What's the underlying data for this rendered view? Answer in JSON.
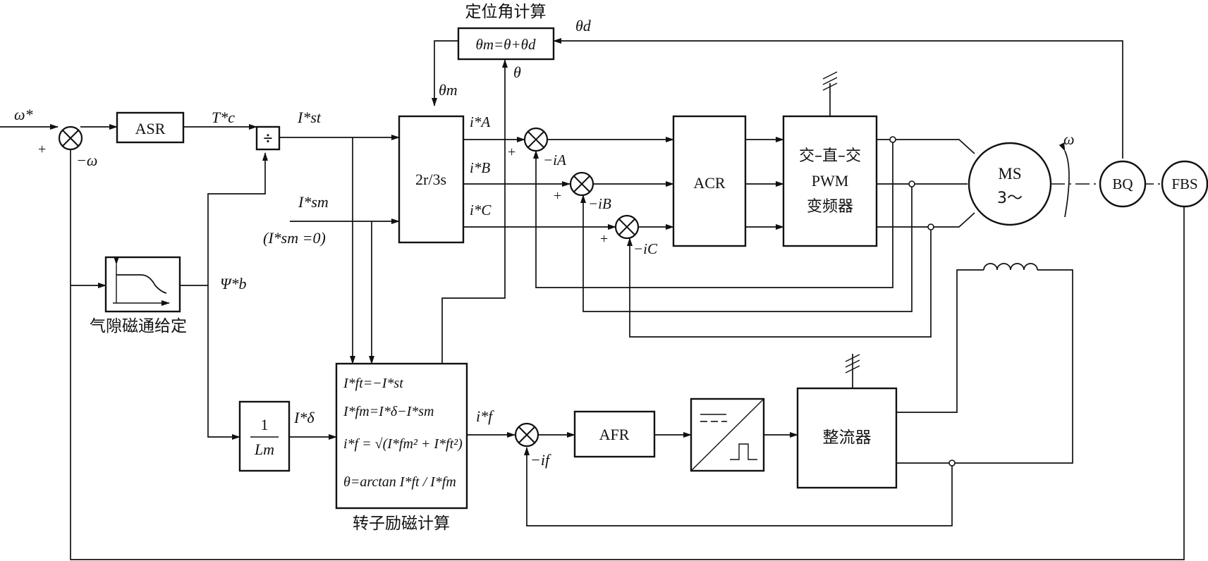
{
  "blocks": {
    "theta_calc_title": "定位角计算",
    "theta_calc": "θm=θ+θd",
    "asr": "ASR",
    "divider": "÷",
    "r2s": "2r/3s",
    "acr": "ACR",
    "pwm_line1": "交–直–交",
    "pwm_line2": "PWM",
    "pwm_line3": "变频器",
    "motor_line1": "MS",
    "motor_line2": "3～",
    "bq": "BQ",
    "fbs": "FBS",
    "flux_caption": "气隙磁通给定",
    "afr": "AFR",
    "rectifier": "整流器",
    "lm_num": "1",
    "lm_den": "Lm",
    "rotor_calc_caption": "转子励磁计算",
    "rotor_eq1": "I*ft=−I*st",
    "rotor_eq2": "I*fm=I*δ−I*sm",
    "rotor_eq3": "i*f = √(I*fm² + I*ft²)",
    "rotor_eq4": "θ=arctan I*ft / I*fm"
  },
  "signals": {
    "omega_ref": "ω*",
    "omega_fb": "−ω",
    "omega_motor": "ω",
    "tc": "T*c",
    "ist": "I*st",
    "ism": "I*sm",
    "ism_zero": "(I*sm =0)",
    "psi": "Ψ*b",
    "idelta": "I*δ",
    "if_ref": "i*f",
    "if_fb": "−if",
    "theta_m": "θm",
    "theta": "θ",
    "theta_d": "θd",
    "ia_ref": "i*A",
    "ib_ref": "i*B",
    "ic_ref": "i*C",
    "ia_fb": "−iA",
    "ib_fb": "−iB",
    "ic_fb": "−iC",
    "plus": "+"
  }
}
